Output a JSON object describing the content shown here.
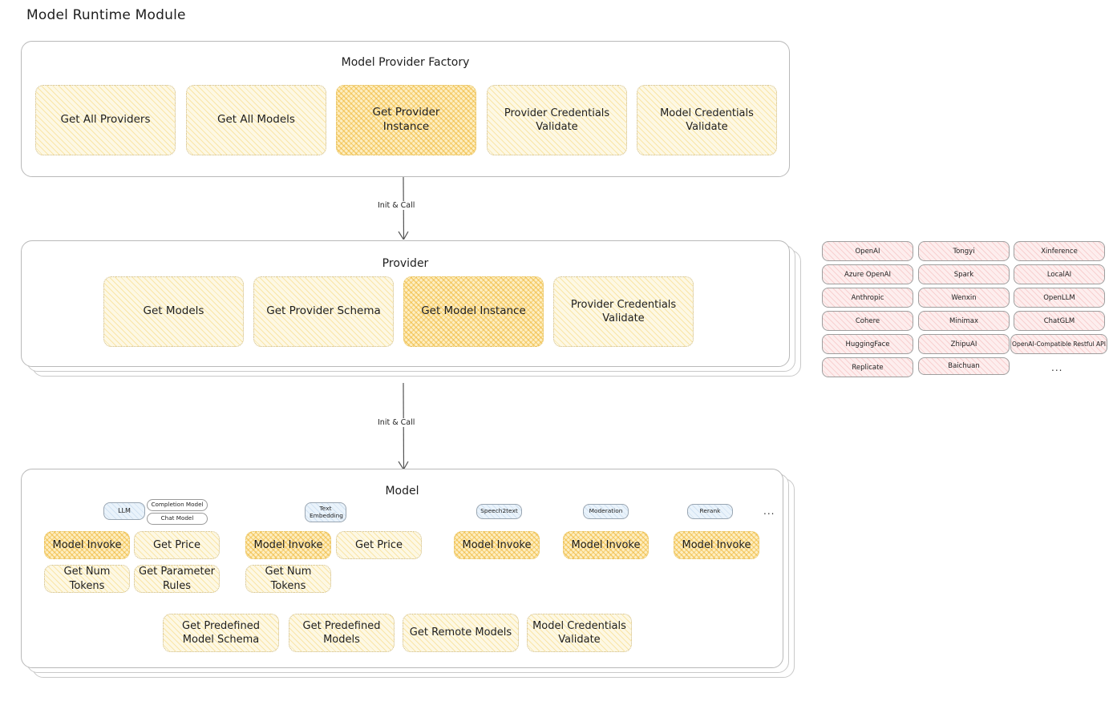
{
  "page": {
    "title": "Model Runtime Module"
  },
  "factory": {
    "title": "Model Provider Factory",
    "boxes": [
      {
        "label": "Get All Providers",
        "highlight": false
      },
      {
        "label": "Get All Models",
        "highlight": false
      },
      {
        "label": "Get Provider Instance",
        "highlight": true
      },
      {
        "label": "Provider Credentials Validate",
        "highlight": false
      },
      {
        "label": "Model Credentials Validate",
        "highlight": false
      }
    ]
  },
  "connector1": {
    "label": "Init & Call"
  },
  "provider": {
    "title": "Provider",
    "boxes": [
      {
        "label": "Get Models",
        "highlight": false
      },
      {
        "label": "Get Provider Schema",
        "highlight": false
      },
      {
        "label": "Get Model Instance",
        "highlight": true
      },
      {
        "label": "Provider Credentials Validate",
        "highlight": false
      }
    ]
  },
  "connector2": {
    "label": "Init & Call"
  },
  "providers_list": {
    "column1": [
      "OpenAI",
      "Azure OpenAI",
      "Anthropic",
      "Cohere",
      "HuggingFace",
      "Replicate"
    ],
    "column2": [
      "Tongyi",
      "Spark",
      "Wenxin",
      "Minimax",
      "ZhipuAI",
      "Baichuan"
    ],
    "column3": [
      "Xinference",
      "LocalAI",
      "OpenLLM",
      "ChatGLM",
      "OpenAI-Compatible Restful API"
    ],
    "more": "..."
  },
  "model": {
    "title": "Model",
    "more": "...",
    "types": [
      {
        "name": "LLM",
        "subtypes": [
          "Completion Model",
          "Chat Model"
        ]
      },
      {
        "name": "Text Embedding",
        "subtypes": []
      },
      {
        "name": "Speech2text",
        "subtypes": []
      },
      {
        "name": "Moderation",
        "subtypes": []
      },
      {
        "name": "Rerank",
        "subtypes": []
      }
    ],
    "llm_ops": [
      {
        "label": "Model Invoke",
        "highlight": true
      },
      {
        "label": "Get Price",
        "highlight": false
      },
      {
        "label": "Get Num Tokens",
        "highlight": false
      },
      {
        "label": "Get Parameter Rules",
        "highlight": false
      }
    ],
    "embedding_ops": [
      {
        "label": "Model Invoke",
        "highlight": true
      },
      {
        "label": "Get Price",
        "highlight": false
      },
      {
        "label": "Get Num Tokens",
        "highlight": false
      }
    ],
    "speech2text_ops": [
      {
        "label": "Model Invoke",
        "highlight": true
      }
    ],
    "moderation_ops": [
      {
        "label": "Model Invoke",
        "highlight": true
      }
    ],
    "rerank_ops": [
      {
        "label": "Model Invoke",
        "highlight": true
      }
    ],
    "common_ops": [
      {
        "label": "Get Predefined Model Schema",
        "highlight": false
      },
      {
        "label": "Get Predefined Models",
        "highlight": false
      },
      {
        "label": "Get Remote Models",
        "highlight": false
      },
      {
        "label": "Model Credentials Validate",
        "highlight": false
      }
    ]
  },
  "colors": {
    "highlight_fill": "#fdeec2",
    "box_fill": "#fdf8e4",
    "provider_chip_fill": "#fdeeee",
    "model_chip_fill": "#eaf3fb",
    "outline": "#b9b9b9",
    "text": "#1e1e1e"
  }
}
